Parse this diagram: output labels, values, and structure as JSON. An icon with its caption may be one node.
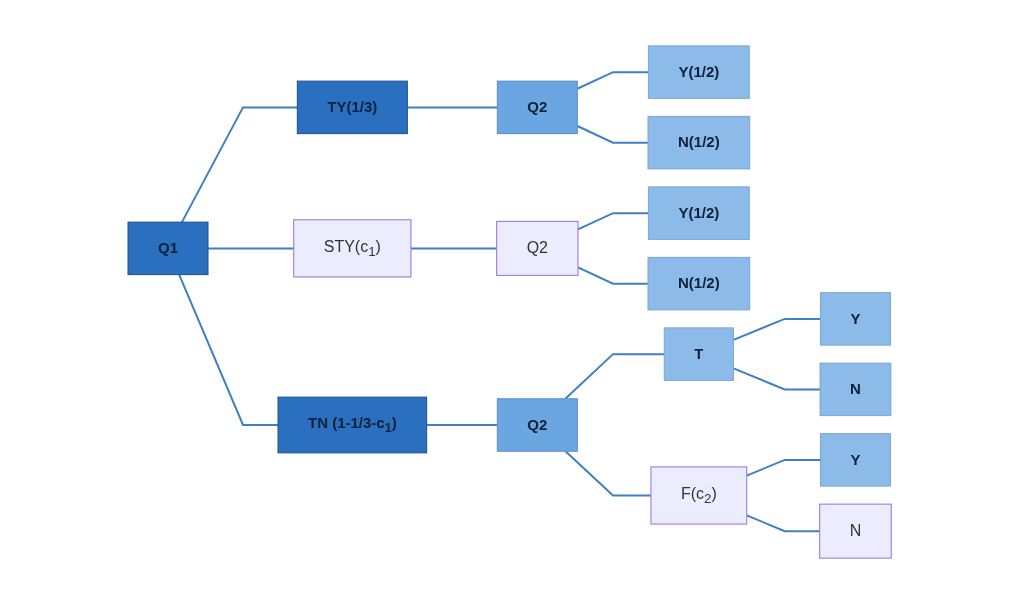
{
  "diagram": {
    "nodes": [
      {
        "text": [
          "Q1"
        ]
      },
      {
        "text": [
          "TY(1/3)"
        ]
      },
      {
        "text": [
          "STY(c$_{1}$)"
        ]
      },
      {
        "text": [
          "TN (1-1/3-c$_{1}$)"
        ]
      },
      {
        "text": [
          "Q2"
        ]
      },
      {
        "text": [
          "Q2"
        ]
      },
      {
        "text": [
          "Q2"
        ]
      },
      {
        "text": [
          "Y(1/2)"
        ]
      },
      {
        "text": [
          "N(1/2)"
        ]
      },
      {
        "text": [
          "Y(1/2)"
        ]
      },
      {
        "text": [
          "N(1/2)"
        ]
      },
      {
        "text": [
          "T"
        ]
      },
      {
        "text": [
          "F(c$_{2}$)"
        ]
      },
      {
        "text": [
          "Y"
        ]
      },
      {
        "text": [
          "N"
        ]
      },
      {
        "text": [
          "Y"
        ]
      },
      {
        "text": [
          "N"
        ]
      }
    ],
    "edges": [
      {
        "from": 0,
        "to": 1,
        "arrow": "none"
      },
      {
        "from": 0,
        "to": 2,
        "arrow": "none"
      },
      {
        "from": 0,
        "to": 3,
        "arrow": "none"
      },
      {
        "from": 1,
        "to": 4,
        "arrow": "none"
      },
      {
        "from": 2,
        "to": 5,
        "arrow": "none"
      },
      {
        "from": 3,
        "to": 6,
        "arrow": "none"
      },
      {
        "from": 4,
        "to": 7,
        "arrow": "none"
      },
      {
        "from": 4,
        "to": 8,
        "arrow": "none"
      },
      {
        "from": 5,
        "to": 9,
        "arrow": "none"
      },
      {
        "from": 5,
        "to": 10,
        "arrow": "none"
      },
      {
        "from": 6,
        "to": 11,
        "arrow": "none"
      },
      {
        "from": 6,
        "to": 12,
        "arrow": "none"
      },
      {
        "from": 11,
        "to": 13,
        "arrow": "none"
      },
      {
        "from": 11,
        "to": 14,
        "arrow": "none"
      },
      {
        "from": 12,
        "to": 15,
        "arrow": "none"
      },
      {
        "from": 12,
        "to": 16,
        "arrow": "none"
      }
    ]
  }
}
